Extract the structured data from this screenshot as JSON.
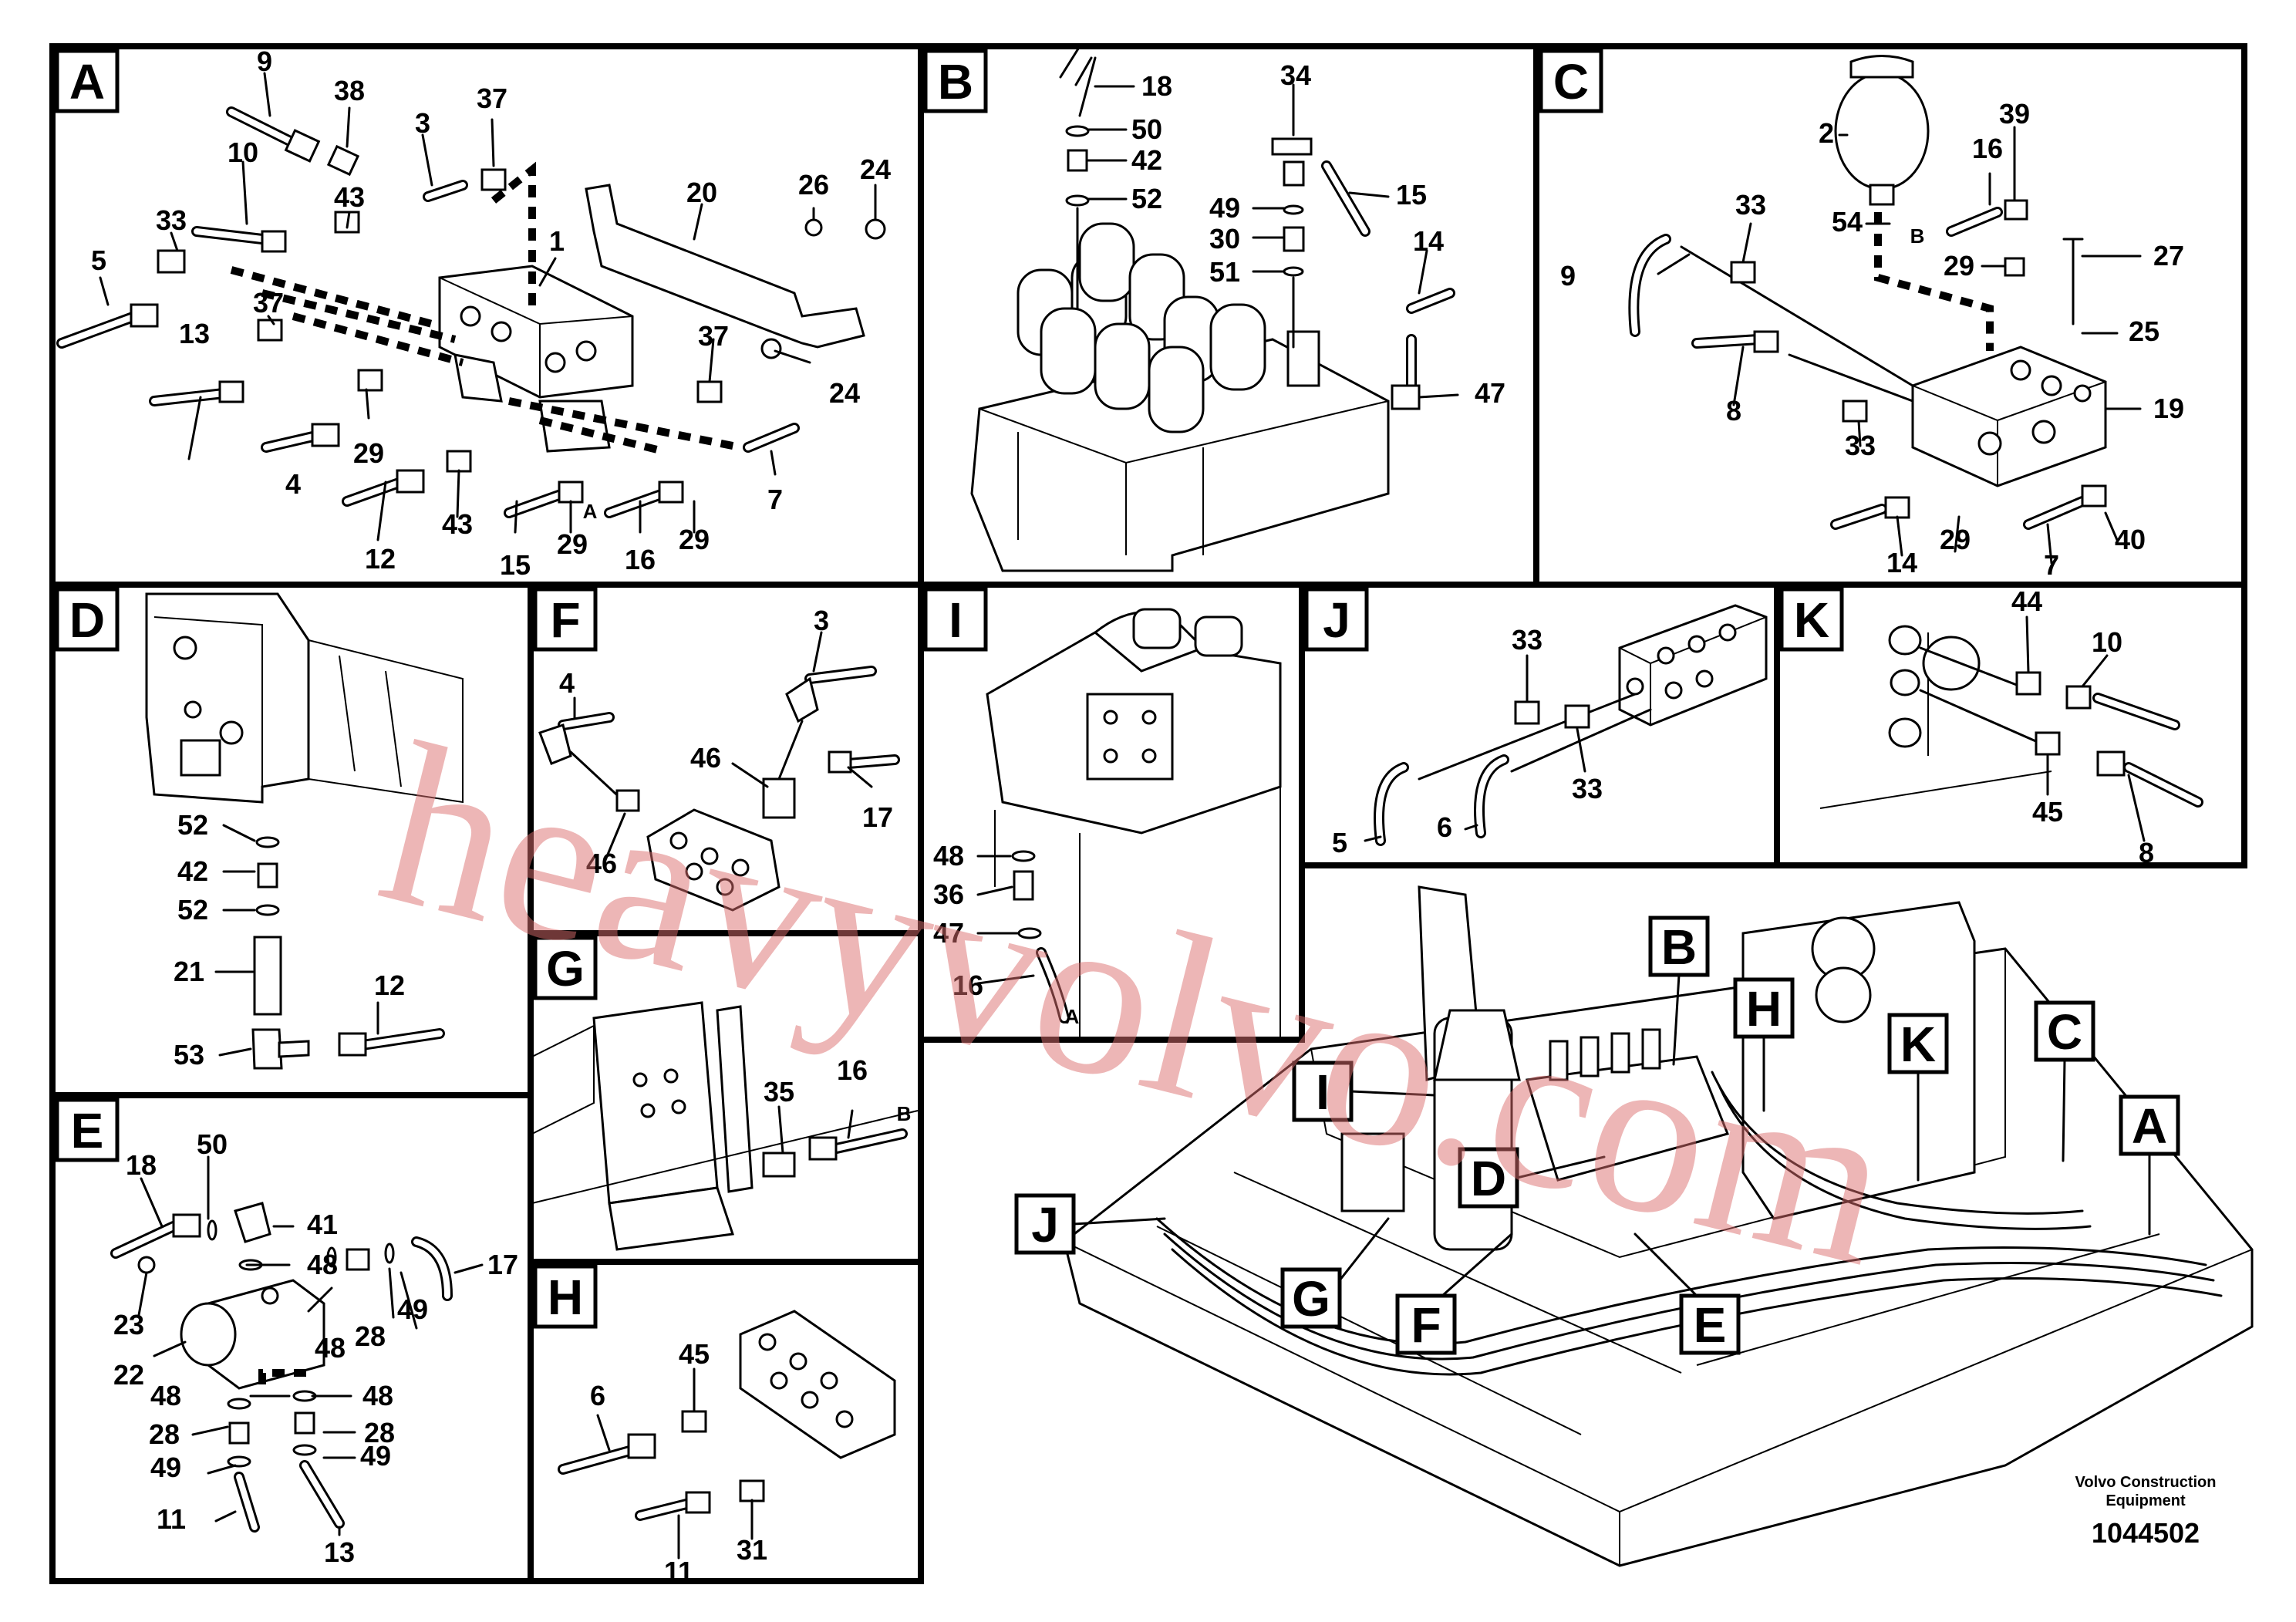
{
  "panels": [
    {
      "letter": "A"
    },
    {
      "letter": "B"
    },
    {
      "letter": "C"
    },
    {
      "letter": "D"
    },
    {
      "letter": "E"
    },
    {
      "letter": "F"
    },
    {
      "letter": "G"
    },
    {
      "letter": "H"
    },
    {
      "letter": "I"
    },
    {
      "letter": "J"
    },
    {
      "letter": "K"
    }
  ],
  "callouts": {
    "A": [
      "9",
      "38",
      "3",
      "37",
      "10",
      "43",
      "33",
      "5",
      "37",
      "13",
      "1",
      "20",
      "26",
      "24",
      "24",
      "37",
      "4",
      "29",
      "7",
      "12",
      "43",
      "15",
      "29",
      "16",
      "29",
      "A"
    ],
    "B": [
      "18",
      "50",
      "42",
      "52",
      "34",
      "49",
      "30",
      "51",
      "15",
      "14",
      "47"
    ],
    "C": [
      "2",
      "39",
      "16",
      "54",
      "B",
      "33",
      "9",
      "29",
      "27",
      "25",
      "8",
      "33",
      "19",
      "14",
      "29",
      "7",
      "40"
    ],
    "D": [
      "52",
      "42",
      "52",
      "21",
      "12",
      "53"
    ],
    "E": [
      "18",
      "50",
      "41",
      "48",
      "17",
      "23",
      "48",
      "28",
      "49",
      "22",
      "48",
      "48",
      "28",
      "28",
      "49",
      "49",
      "11",
      "13"
    ],
    "F": [
      "3",
      "4",
      "46",
      "17",
      "46"
    ],
    "G": [
      "35",
      "16",
      "B"
    ],
    "H": [
      "45",
      "6",
      "11",
      "31"
    ],
    "I": [
      "48",
      "36",
      "47",
      "16",
      "A"
    ],
    "J": [
      "33",
      "33",
      "5",
      "6"
    ],
    "K": [
      "44",
      "10",
      "45",
      "8"
    ]
  },
  "overview_labels": [
    "B",
    "H",
    "K",
    "C",
    "A",
    "I",
    "D",
    "J",
    "G",
    "F",
    "E"
  ],
  "footer": {
    "company_line1": "Volvo Construction",
    "company_line2": "Equipment",
    "drawing_number": "1044502"
  },
  "watermark": "heavyvolvo.com"
}
